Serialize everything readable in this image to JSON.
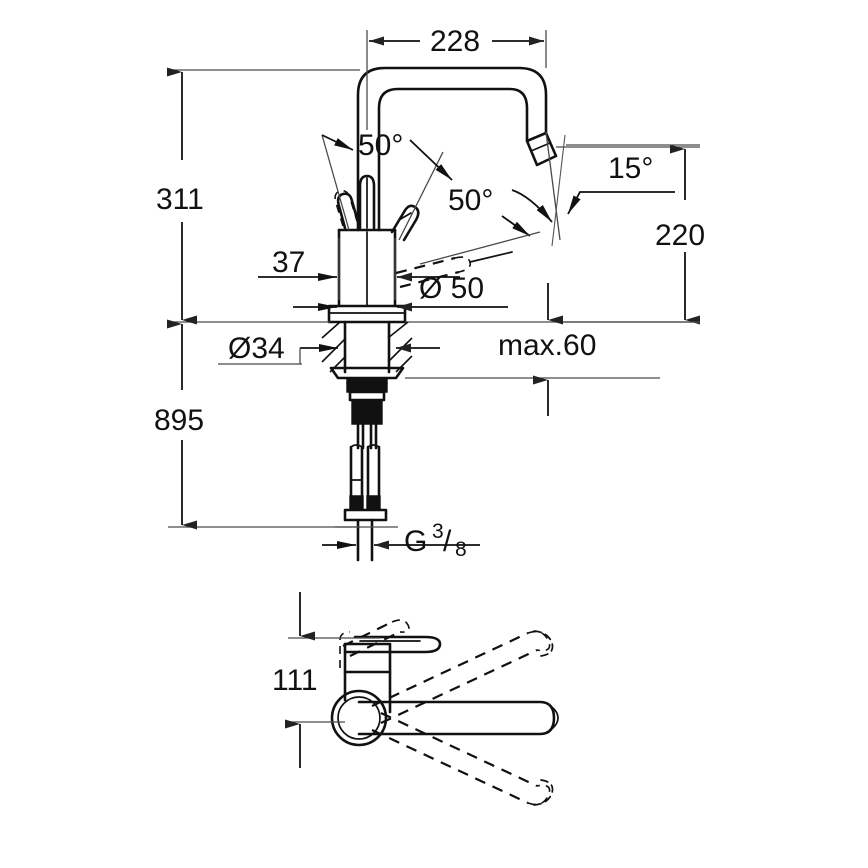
{
  "drawing": {
    "title": "Single-lever kitchen mixer dimensional drawing",
    "units": "mm",
    "line_color": "#111111",
    "background": "#ffffff"
  },
  "dimensions": {
    "spout_reach": "228",
    "overall_height": "311",
    "hose_length": "895",
    "spout_height": "220",
    "handle_offset": "37",
    "body_diameter": "Ø 50",
    "mount_hole_diameter": "Ø34",
    "counter_thickness": "max.60",
    "plan_height": "111",
    "lever_angle_left": "50°",
    "lever_angle_right": "50°",
    "aerator_angle": "15°",
    "thread_prefix": "G",
    "thread_numerator": "3",
    "thread_slash": "/",
    "thread_denominator": "8"
  },
  "views": {
    "elevation": "front elevation with swivel lever positions",
    "plan": "top plan view with swivel spout range"
  }
}
